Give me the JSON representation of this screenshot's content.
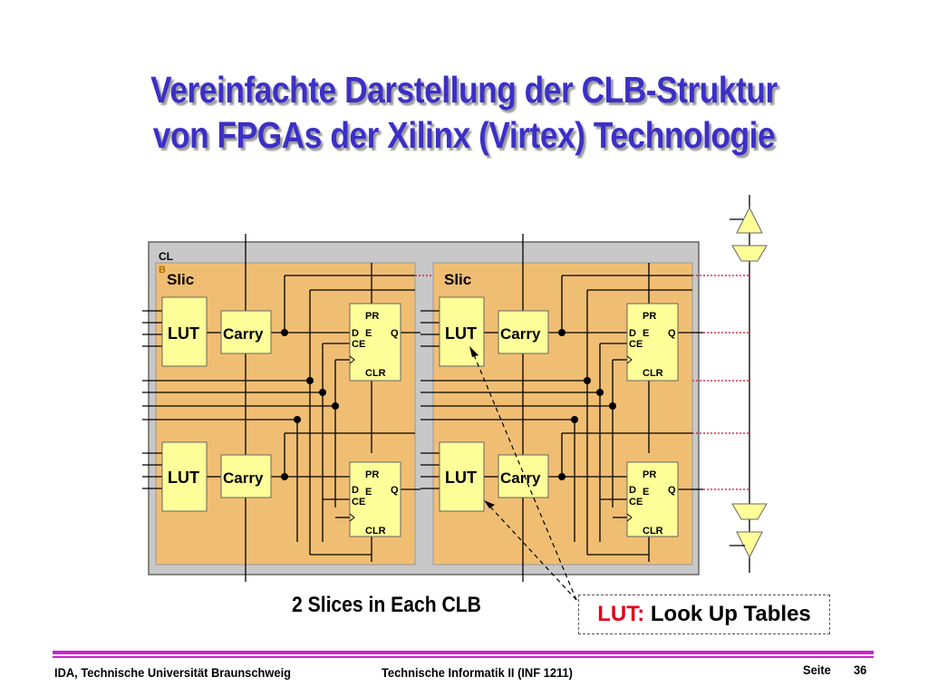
{
  "title": {
    "line1": "Vereinfachte Darstellung der CLB-Struktur",
    "line2": "von FPGAs der Xilinx (Virtex) Technologie"
  },
  "diagram": {
    "clb_label_1": "CL",
    "clb_label_2": "B",
    "slice_label": "Slic",
    "lut_label": "LUT",
    "carry_label": "Carry",
    "ff_pr": "PR",
    "ff_d": "D",
    "ff_e": "E",
    "ff_q": "Q",
    "ff_ce": "CE",
    "ff_clr": "CLR"
  },
  "caption": "2 Slices in Each CLB",
  "lut_note": {
    "term": "LUT:",
    "definition": "Look Up Tables"
  },
  "footer": {
    "left": "IDA, Technische Universität Braunschweig",
    "center": "Technische Informatik II (INF 1211)",
    "page_label": "Seite",
    "page_number": "36"
  },
  "colors": {
    "title": "#3c2fc7",
    "slice_fill": "#f0be73",
    "clb_fill": "#c8c8c8",
    "buffer_fill": "#ffff99",
    "accent": "#cc22cc",
    "lut_term": "#e3001b",
    "red_dotted": "#e3001b"
  }
}
